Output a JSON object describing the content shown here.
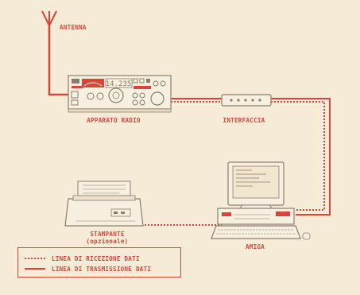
{
  "colors": {
    "line": "#d9453a",
    "background": "#f6ebd6",
    "device": "#f7efe0",
    "device_outline": "#8a7d6d"
  },
  "labels": {
    "antenna": "ANTENNA",
    "radio": "APPARATO RADIO",
    "interface": "INTERFACCIA",
    "printer_line1": "STAMPANTE",
    "printer_line2": "(opzionale)",
    "amiga": "AMIGA"
  },
  "radio_display": "14.235",
  "legend": {
    "receive": {
      "style": "dotted",
      "text": "LINEA DI RICEZIONE DATI"
    },
    "transmit": {
      "style": "solid",
      "text": "LINEA DI TRASMISSIONE DATI"
    }
  }
}
